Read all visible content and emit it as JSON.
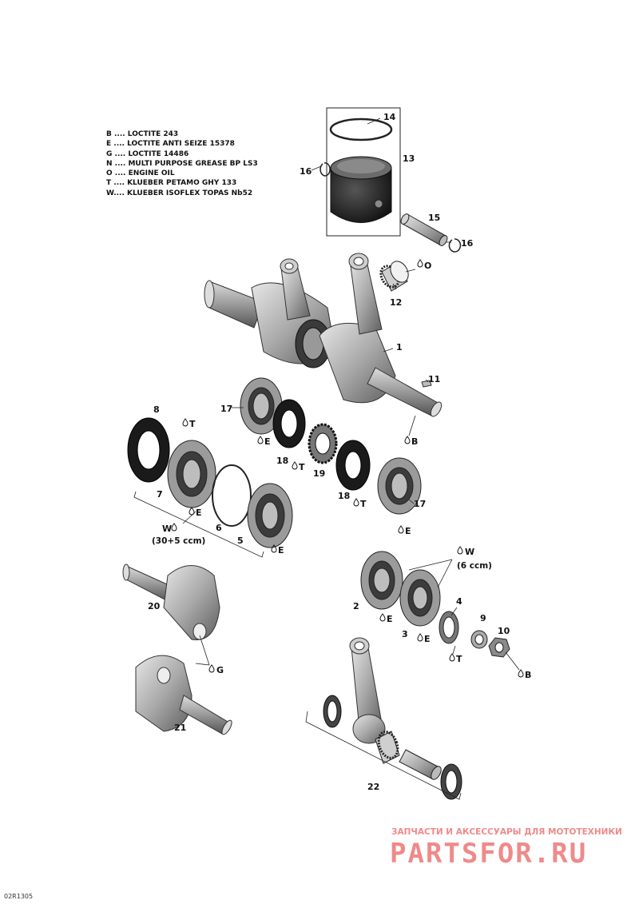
{
  "legend": [
    "B .... LOCTITE 243",
    "E .... LOCTITE ANTI SEIZE 15378",
    "G .... LOCTITE 14486",
    "N .... MULTI PURPOSE GREASE BP LS3",
    "O .... ENGINE OIL",
    "T .... KLUEBER PETAMO GHY 133",
    "W.... KLUEBER ISOFLEX TOPAS Nb52"
  ],
  "labels": {
    "p1": "1",
    "p2": "2",
    "p3": "3",
    "p4": "4",
    "p5": "5",
    "p6": "6",
    "p7": "7",
    "p8": "8",
    "p9": "9",
    "p10": "10",
    "p11": "11",
    "p12": "12",
    "p13": "13",
    "p14": "14",
    "p15": "15",
    "p16a": "16",
    "p16b": "16",
    "p17a": "17",
    "p17b": "17",
    "p18a": "18",
    "p18b": "18",
    "p19": "19",
    "p20": "20",
    "p21": "21",
    "p22": "22"
  },
  "symbols": {
    "O": "O",
    "T": "T",
    "E": "E",
    "B": "B",
    "G": "G",
    "W": "W"
  },
  "notes": {
    "w_qty_1": "(30+5 ccm)",
    "w_qty_2": "(6 ccm)"
  },
  "watermark": {
    "subtitle": "ЗАПЧАСТИ И АКСЕССУАРЫ ДЛЯ МОТОТЕХНИКИ",
    "logo": "PARTSFOR.RU"
  },
  "diagram_code": "02R1305"
}
